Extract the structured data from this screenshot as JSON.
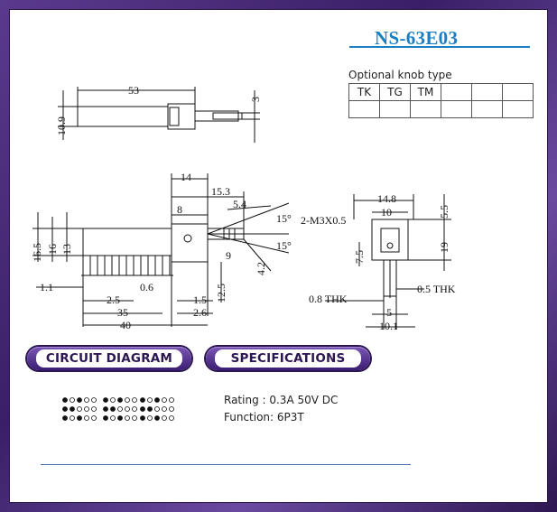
{
  "title": "NS-63E03",
  "knob": {
    "label": "Optional knob type",
    "row1": [
      "TK",
      "TG",
      "TM",
      "",
      "",
      ""
    ],
    "row2": [
      "",
      "",
      "",
      "",
      "",
      ""
    ]
  },
  "sections": {
    "circuit": "CIRCUIT DIAGRAM",
    "specs": "SPECIFICATIONS"
  },
  "specs": {
    "rating": "Rating : 0.3A 50V DC",
    "function": "Function: 6P3T"
  },
  "dimensions": {
    "top_length": "53",
    "top_height": "10.9",
    "top_shaft": "3",
    "d14": "14",
    "d15_3": "15.3",
    "d8": "8",
    "d5_4": "5.4",
    "deg_upper": "15°",
    "deg_lower": "15°",
    "d9": "9",
    "d4_2": "4.2",
    "d16_5": "16.5",
    "d16": "16",
    "d13": "13",
    "d1_1": "1.1",
    "d2_5": "2.5",
    "d0_6": "0.6",
    "d1_5": "1.5",
    "d12_5": "12.5",
    "d35": "35",
    "d2_6": "2.6",
    "d40": "40",
    "d14_8": "14.8",
    "d10": "10",
    "d5_5": "5.5",
    "screw": "2-M3X0.5",
    "d7_5": "7.5",
    "d19": "19",
    "thk08": "0.8 THK",
    "thk05": "0.5 THK",
    "d5": "5",
    "d10_1": "10.1"
  },
  "colors": {
    "title": "#1c7fc4",
    "frame": "#4a2c7e"
  }
}
